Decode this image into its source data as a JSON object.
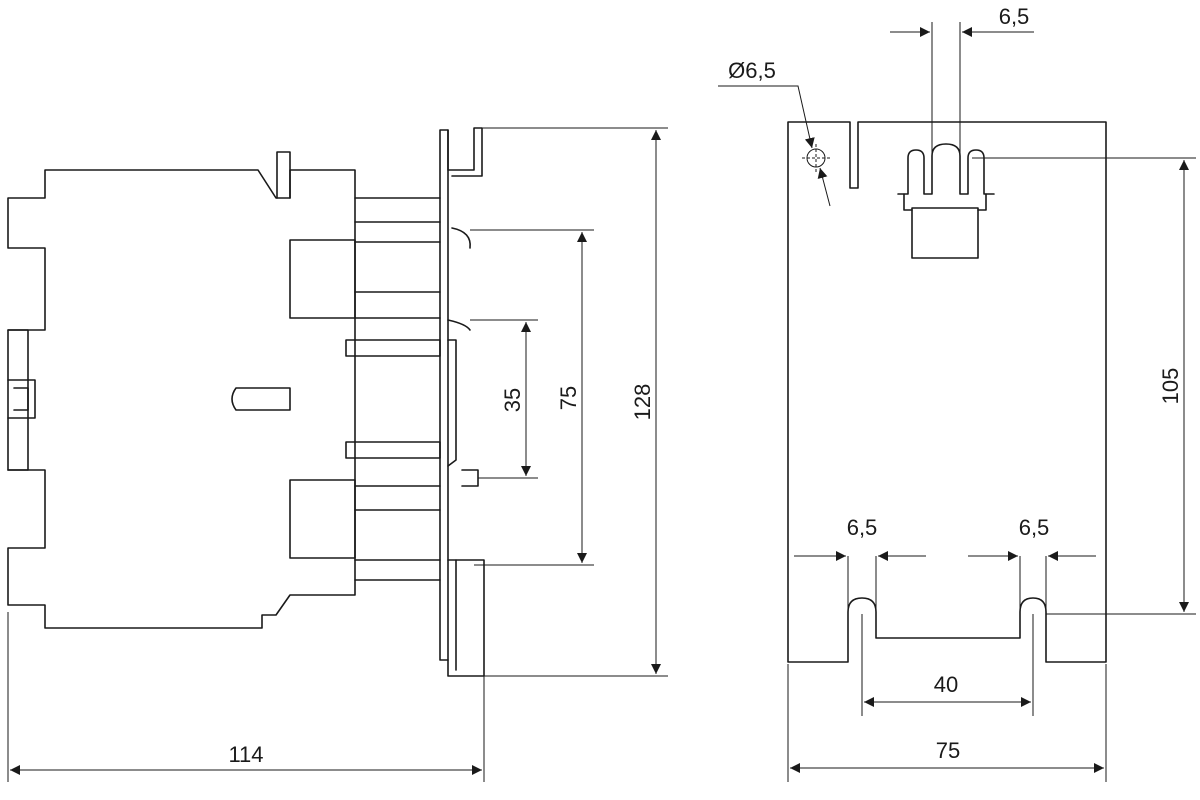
{
  "dimensions": {
    "depth_114": "114",
    "height_128": "128",
    "spacing_75_side": "75",
    "rail_35": "35",
    "hole_diameter": "Ø6,5",
    "slot_top": "6,5",
    "slot_bottom_left": "6,5",
    "slot_bottom_right": "6,5",
    "spacing_40": "40",
    "width_75": "75",
    "height_105": "105"
  }
}
